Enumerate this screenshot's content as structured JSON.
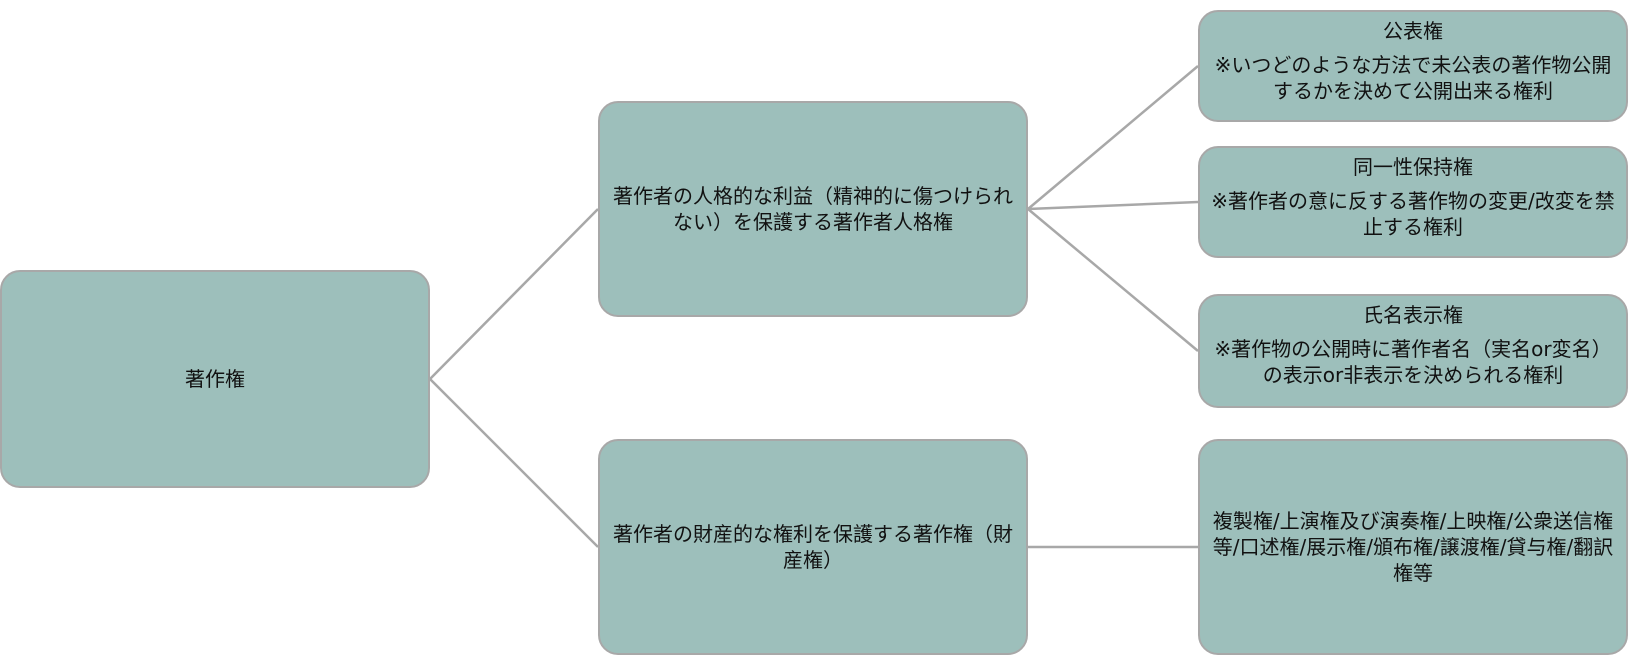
{
  "root": {
    "label": "著作権"
  },
  "moral_rights": {
    "label": "著作者の人格的な利益（精神的に傷つけられない）を保護する著作者人格権"
  },
  "property_rights": {
    "label": "著作者の財産的な権利を保護する著作権（財産権）"
  },
  "moral_children": [
    {
      "title": "公表権",
      "desc": "※いつどのような方法で未公表の著作物公開するかを決めて公開出来る権利"
    },
    {
      "title": "同一性保持権",
      "desc": "※著作者の意に反する著作物の変更/改変を禁止する権利"
    },
    {
      "title": "氏名表示権",
      "desc": "※著作物の公開時に著作者名（実名or変名）の表示or非表示を決められる権利"
    }
  ],
  "property_children": [
    {
      "label": "複製権/上演権及び演奏権/上映権/公衆送信権等/口述権/展示権/頒布権/譲渡権/貸与権/翻訳権等"
    }
  ],
  "colors": {
    "node_fill": "#9dbfbb",
    "node_border": "#a8a8a8",
    "connector": "#a8a8a8"
  }
}
